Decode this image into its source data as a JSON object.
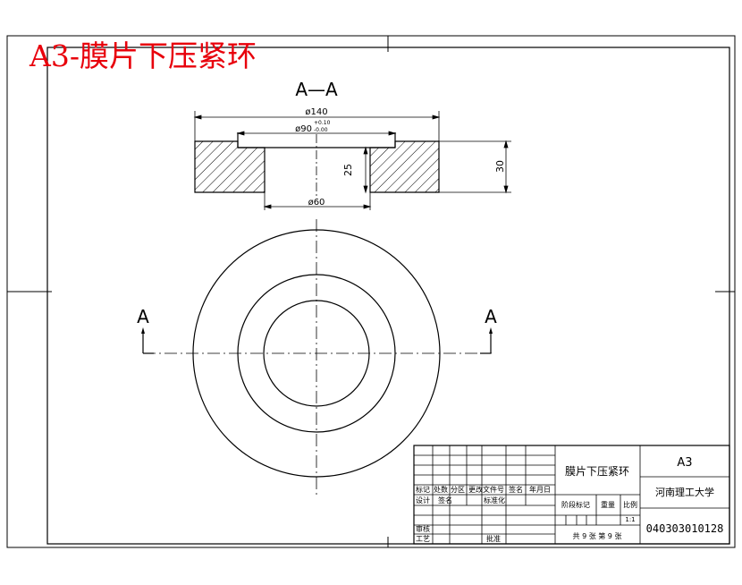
{
  "banner": {
    "text": "A3-膜片下压紧环",
    "color": "#e8000b"
  },
  "section_view": {
    "title": "A—A",
    "dim_outer": "ø140",
    "dim_bore": "ø90",
    "tol_upper": "+0.10",
    "tol_lower": "-0.00",
    "dim_inner": "ø60",
    "dim_depth": "25",
    "dim_height": "30"
  },
  "plan_view": {
    "cut_label_left": "A",
    "cut_label_right": "A"
  },
  "title_block": {
    "part_name": "膜片下压紧环",
    "sheet_size": "A3",
    "school": "河南理工大学",
    "drawing_number": "040303010128",
    "row_marks": [
      "标记",
      "处数",
      "分区",
      "更改文件号",
      "签名",
      "年月日"
    ],
    "row_design": [
      "设计",
      "签名",
      "标准化"
    ],
    "row_review": "审核",
    "row_process": [
      "工艺",
      "批准"
    ],
    "stage_header": [
      "阶段标记",
      "重量",
      "比例"
    ],
    "scale": "1:1",
    "sheets": "共 9 张  第 9 张"
  },
  "colors": {
    "ink": "#000000",
    "hatch": "#000000",
    "banner": "#e8000b"
  }
}
